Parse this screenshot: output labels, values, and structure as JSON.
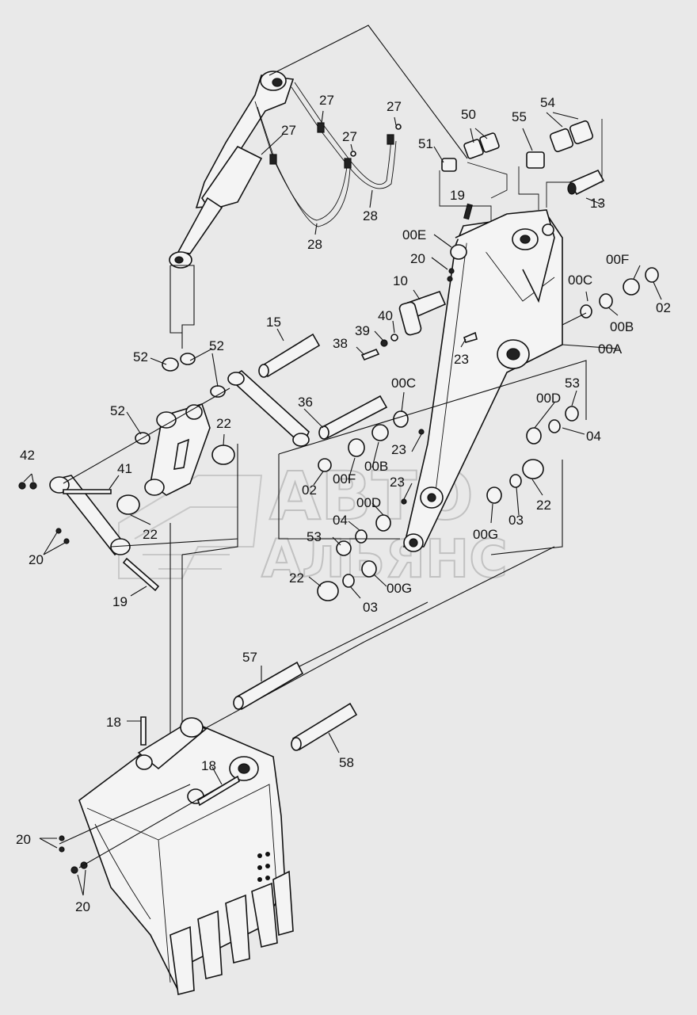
{
  "watermark": {
    "line1": "АВТО",
    "line2": "АЛЬЯНС"
  },
  "labels": {
    "l27a": "27",
    "l27b": "27",
    "l27c": "27",
    "l27d": "27",
    "l28a": "28",
    "l28b": "28",
    "l51": "51",
    "l50": "50",
    "l55": "55",
    "l54": "54",
    "l19a": "19",
    "l13": "13",
    "l00E": "00E",
    "l20a": "20",
    "l00F_top": "00F",
    "l00C_top": "00C",
    "l02_top": "02",
    "l00B_top": "00B",
    "l10": "10",
    "l40": "40",
    "l39": "39",
    "l38": "38",
    "l00A": "00A",
    "l15": "15",
    "l52a": "52",
    "l52b": "52",
    "l52c": "52",
    "l23a": "23",
    "l00C_mid": "00C",
    "l36": "36",
    "l00D_mid": "00D",
    "l53a": "53",
    "l04a": "04",
    "l22a": "22",
    "l23b": "23",
    "l23c": "23",
    "l02_mid": "02",
    "l00F_mid": "00F",
    "l00B_mid": "00B",
    "l42": "42",
    "l41": "41",
    "l22b": "22",
    "l20b": "20",
    "l19b": "19",
    "l22c": "22",
    "l03a": "03",
    "l00G_right": "00G",
    "l04b": "04",
    "l00D_low": "00D",
    "l53b": "53",
    "l22d": "22",
    "l03b": "03",
    "l00G_low": "00G",
    "l57": "57",
    "l18a": "18",
    "l18b": "18",
    "l58": "58",
    "l20c": "20",
    "l20d": "20"
  }
}
